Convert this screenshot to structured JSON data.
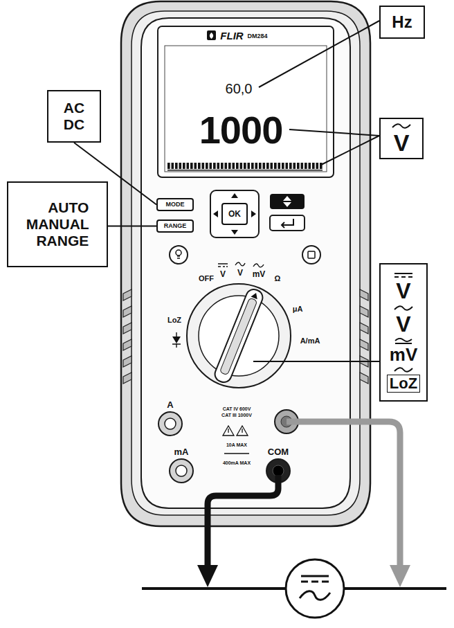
{
  "diagram": {
    "nodes": [
      {
        "text": [
          "Hz"
        ]
      },
      {
        "text": [
          "AC DC"
        ]
      },
      {
        "text": [
          "AUTO MANUAL RANGE"
        ]
      },
      {
        "text": [
          "V"
        ]
      },
      {
        "text": [
          "MODE"
        ]
      },
      {
        "text": [
          "RANGE"
        ]
      },
      {
        "text": [
          "OK"
        ]
      },
      {
        "text": [
          "V",
          "V",
          "mV",
          "LoZ"
        ]
      }
    ],
    "edges": [
      {
        "from": 1,
        "to": 4,
        "arrow": "none"
      },
      {
        "from": 2,
        "to": 5,
        "arrow": "none"
      }
    ],
    "labels": [
      "FLIR",
      "DM284",
      "60,0",
      "1000",
      "OFF",
      "V",
      "V",
      "mV",
      "Ω",
      "μA",
      "A/mA",
      "LoZ",
      "A",
      "mA",
      "COM",
      "CAT IV 600V",
      "CAT III 1000V",
      "10A MAX",
      "400mA MAX"
    ]
  }
}
